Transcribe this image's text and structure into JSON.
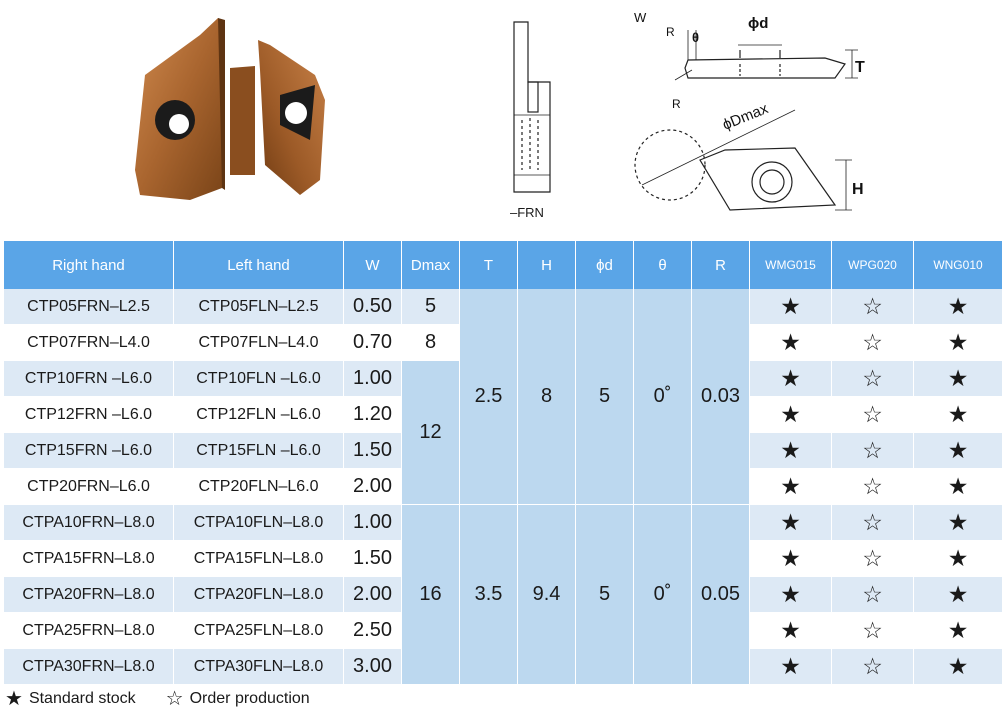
{
  "figure": {
    "side_view_label": "–FRN",
    "dims": {
      "W": "W",
      "R": "R",
      "theta": "θ",
      "phi_d": "ϕd",
      "T": "T",
      "phi_dmax": "ϕDmax",
      "H": "H"
    }
  },
  "table": {
    "headers": [
      "Right hand",
      "Left hand",
      "W",
      "Dmax",
      "T",
      "H",
      "ϕd",
      "θ",
      "R",
      "WMG015",
      "WPG020",
      "WNG010"
    ],
    "group_values": [
      {
        "T": "2.5",
        "H": "8",
        "phi_d": "5",
        "theta": "0˚",
        "R": "0.03"
      },
      {
        "T": "3.5",
        "H": "9.4",
        "phi_d": "5",
        "theta": "0˚",
        "R": "0.05"
      }
    ],
    "dmax_values": [
      "5",
      "8",
      "12",
      "16"
    ],
    "rows": [
      {
        "right": "CTP05FRN–L2.5",
        "left": "CTP05FLN–L2.5",
        "w": "0.50",
        "wmg": "★",
        "wpg": "☆",
        "wng": "★"
      },
      {
        "right": "CTP07FRN–L4.0",
        "left": "CTP07FLN–L4.0",
        "w": "0.70",
        "wmg": "★",
        "wpg": "☆",
        "wng": "★"
      },
      {
        "right": "CTP10FRN –L6.0",
        "left": "CTP10FLN –L6.0",
        "w": "1.00",
        "wmg": "★",
        "wpg": "☆",
        "wng": "★"
      },
      {
        "right": "CTP12FRN –L6.0",
        "left": "CTP12FLN –L6.0",
        "w": "1.20",
        "wmg": "★",
        "wpg": "☆",
        "wng": "★"
      },
      {
        "right": "CTP15FRN –L6.0",
        "left": "CTP15FLN –L6.0",
        "w": "1.50",
        "wmg": "★",
        "wpg": "☆",
        "wng": "★"
      },
      {
        "right": "CTP20FRN–L6.0",
        "left": "CTP20FLN–L6.0",
        "w": "2.00",
        "wmg": "★",
        "wpg": "☆",
        "wng": "★"
      },
      {
        "right": "CTPA10FRN–L8.0",
        "left": "CTPA10FLN–L8.0",
        "w": "1.00",
        "wmg": "★",
        "wpg": "☆",
        "wng": "★"
      },
      {
        "right": "CTPA15FRN–L8.0",
        "left": "CTPA15FLN–L8.0",
        "w": "1.50",
        "wmg": "★",
        "wpg": "☆",
        "wng": "★"
      },
      {
        "right": "CTPA20FRN–L8.0",
        "left": "CTPA20FLN–L8.0",
        "w": "2.00",
        "wmg": "★",
        "wpg": "☆",
        "wng": "★"
      },
      {
        "right": "CTPA25FRN–L8.0",
        "left": "CTPA25FLN–L8.0",
        "w": "2.50",
        "wmg": "★",
        "wpg": "☆",
        "wng": "★"
      },
      {
        "right": "CTPA30FRN–L8.0",
        "left": "CTPA30FLN–L8.0",
        "w": "3.00",
        "wmg": "★",
        "wpg": "☆",
        "wng": "★"
      }
    ]
  },
  "legend": {
    "standard_glyph": "★",
    "standard_label": "Standard stock",
    "order_glyph": "☆",
    "order_label": "Order production"
  },
  "colors": {
    "header": "#5aa5e7",
    "row_tint": "#dde9f5",
    "merged_cell": "#bcd8ef",
    "insert_bronze": "#b8763e"
  }
}
